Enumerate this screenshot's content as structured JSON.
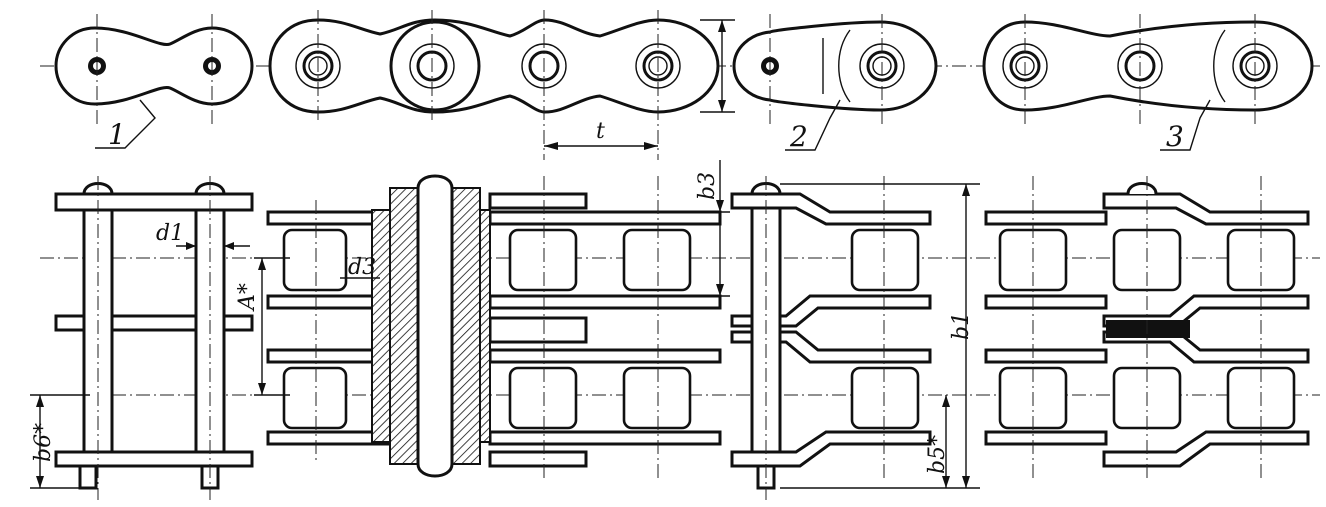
{
  "labels": {
    "callout_1": "1",
    "callout_2": "2",
    "callout_3": "3",
    "pitch": "t",
    "d1": "d1",
    "d3": "d3",
    "A": "A*",
    "b3": "b3",
    "b1": "b1",
    "b6": "b6*",
    "b5": "b5*"
  },
  "colors": {
    "ink": "#111111",
    "paper": "#ffffff"
  }
}
